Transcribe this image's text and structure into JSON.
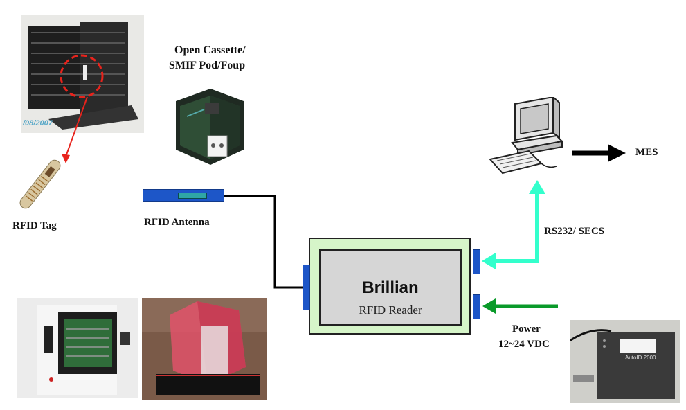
{
  "labels": {
    "cassette_line1": "Open Cassette/",
    "cassette_line2": "SMIF Pod/Foup",
    "rfid_tag": "RFID Tag",
    "rfid_antenna": "RFID Antenna",
    "rs232": "RS232/ SECS",
    "mes": "MES",
    "power_line1": "Power",
    "power_line2": "12~24 VDC"
  },
  "reader": {
    "brand": "Brillian",
    "name": "RFID Reader"
  },
  "photo_text": {
    "date_stamp": "/08/2007",
    "device_label": "AutoID 2000"
  },
  "colors": {
    "rs232_arrow": "#33ffcc",
    "power_arrow": "#0a9a2a",
    "mes_arrow": "#000000",
    "tag_arrow": "#e8231c",
    "antenna_blue": "#1d56c8",
    "reader_fill": "#d6f5c9"
  }
}
